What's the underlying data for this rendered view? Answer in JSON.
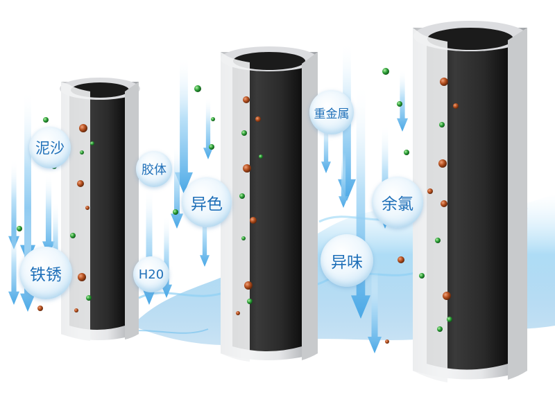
{
  "labels": {
    "mud_sand": "泥沙",
    "rust": "铁锈",
    "colloid": "胶体",
    "water": "H20",
    "odd_color": "异色",
    "heavy_metal": "重金属",
    "odd_taste": "异味",
    "residual_chlorine": "余氯"
  },
  "colors": {
    "label_text": "#1e6fb8",
    "arrow": "#7fc4ef",
    "carbon_core": "#2e2e2e",
    "shell": "#e9eaeb",
    "particle_brown": "#b5501f",
    "particle_green": "#2fa33a"
  }
}
